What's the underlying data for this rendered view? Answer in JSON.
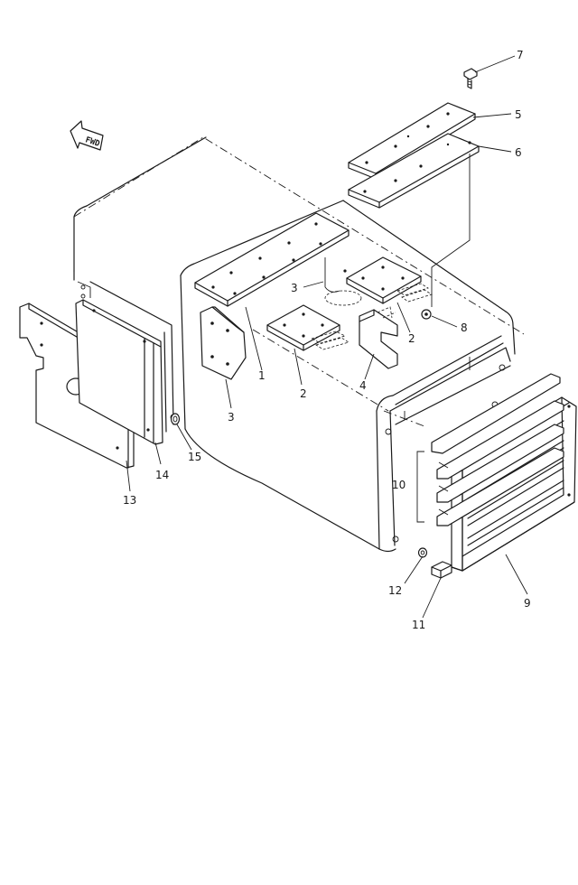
{
  "direction_marker": {
    "label": "FWD"
  },
  "callouts": [
    {
      "id": "1",
      "label": "1"
    },
    {
      "id": "2a",
      "label": "2"
    },
    {
      "id": "2b",
      "label": "2"
    },
    {
      "id": "3a",
      "label": "3"
    },
    {
      "id": "3b",
      "label": "3"
    },
    {
      "id": "4",
      "label": "4"
    },
    {
      "id": "5",
      "label": "5"
    },
    {
      "id": "6",
      "label": "6"
    },
    {
      "id": "7",
      "label": "7"
    },
    {
      "id": "8",
      "label": "8"
    },
    {
      "id": "9",
      "label": "9"
    },
    {
      "id": "10",
      "label": "10"
    },
    {
      "id": "11",
      "label": "11"
    },
    {
      "id": "12",
      "label": "12"
    },
    {
      "id": "13",
      "label": "13"
    },
    {
      "id": "14",
      "label": "14"
    },
    {
      "id": "15",
      "label": "15"
    }
  ]
}
